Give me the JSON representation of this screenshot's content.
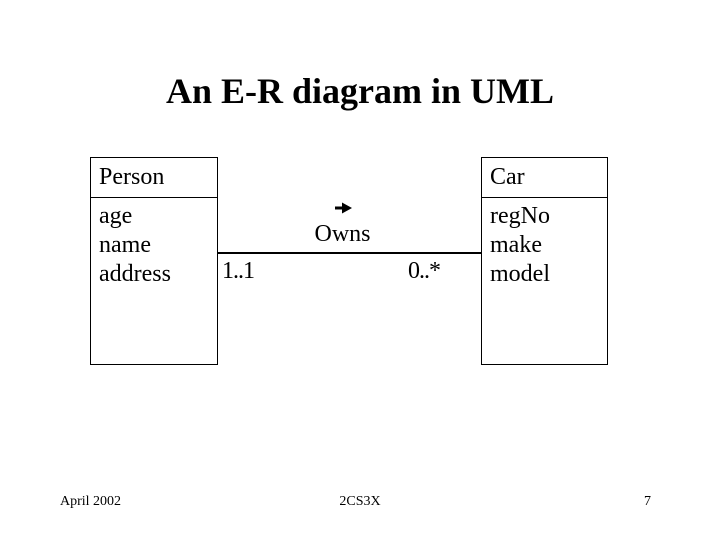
{
  "slide": {
    "title": "An E-R diagram in UML",
    "footer": {
      "date": "April 2002",
      "course_code": "2CS3X",
      "page_number": "7"
    }
  },
  "diagram": {
    "classes": [
      {
        "name": "Person",
        "attributes": [
          "age",
          "name",
          "address"
        ]
      },
      {
        "name": "Car",
        "attributes": [
          "regNo",
          "make",
          "model"
        ]
      }
    ],
    "association": {
      "name": "Owns",
      "direction_icon": "solid-right-arrow",
      "left_multiplicity": "1..1",
      "right_multiplicity": "0..*"
    }
  },
  "colors": {
    "background": "#ffffff",
    "foreground": "#000000"
  }
}
